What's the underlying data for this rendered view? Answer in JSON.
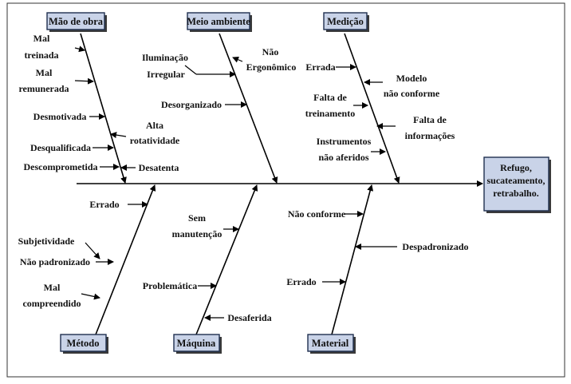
{
  "effect": {
    "lines": [
      "Refugo,",
      "sucateamento,",
      "retrabalho."
    ]
  },
  "categories": {
    "mao_de_obra": {
      "label": "Mão de obra",
      "causes": {
        "mal_treinada": [
          "Mal",
          "treinada"
        ],
        "mal_remunerada": [
          "Mal",
          "remunerada"
        ],
        "desmotivada": [
          "Desmotivada"
        ],
        "desqualificada": [
          "Desqualificada"
        ],
        "descomprometida": [
          "Descomprometida"
        ],
        "alta_rotatividade": [
          "Alta",
          "rotatividade"
        ],
        "desatenta": [
          "Desatenta"
        ]
      }
    },
    "meio_ambiente": {
      "label": "Meio ambiente",
      "causes": {
        "iluminacao": [
          "Iluminação",
          "Irregular"
        ],
        "nao_ergonomico": [
          "Não",
          "Ergonômico"
        ],
        "desorganizado": [
          "Desorganizado"
        ]
      }
    },
    "medicao": {
      "label": "Medição",
      "causes": {
        "errada": [
          "Errada"
        ],
        "modelo": [
          "Modelo",
          "não conforme"
        ],
        "falta_treinamento": [
          "Falta de",
          "treinamento"
        ],
        "falta_informacoes": [
          "Falta de",
          "informações"
        ],
        "instrumentos": [
          "Instrumentos",
          "não aferidos"
        ]
      }
    },
    "metodo": {
      "label": "Método",
      "causes": {
        "errado": [
          "Errado"
        ],
        "subjetividade": [
          "Subjetividade"
        ],
        "nao_padronizado": [
          "Não padronizado"
        ],
        "mal_compreendido": [
          "Mal",
          "compreendido"
        ]
      }
    },
    "maquina": {
      "label": "Máquina",
      "causes": {
        "sem_manutencao": [
          "Sem",
          "manutenção"
        ],
        "problematica": [
          "Problemática"
        ],
        "desaferida": [
          "Desaferida"
        ]
      }
    },
    "material": {
      "label": "Material",
      "causes": {
        "nao_conforme": [
          "Não conforme"
        ],
        "despadronizado": [
          "Despadronizado"
        ],
        "errado": [
          "Errado"
        ]
      }
    }
  }
}
